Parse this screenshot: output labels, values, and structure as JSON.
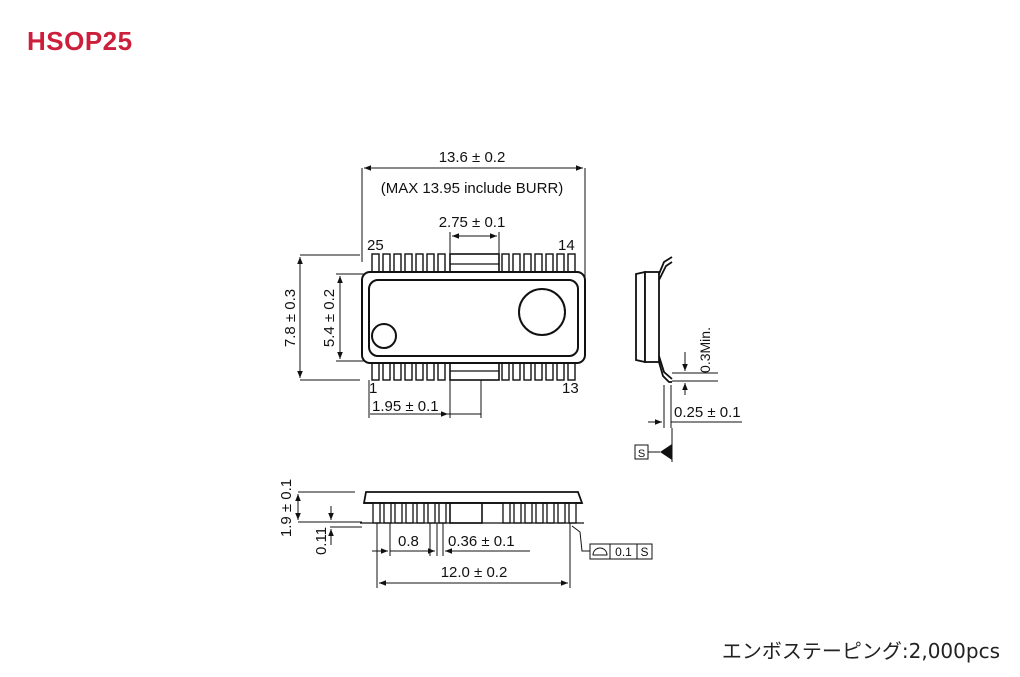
{
  "title": "HSOP25",
  "title_color": "#cc1f3b",
  "line_color": "#111111",
  "footer": "エンボステーピング:2,000pcs",
  "top_view": {
    "width": "13.6 ± 0.2",
    "max_note": "(MAX 13.95 include BURR)",
    "tab_width": "2.75 ± 0.1",
    "pin_25": "25",
    "pin_14": "14",
    "pin_1": "1",
    "pin_13": "13",
    "total_height": "7.8 ± 0.3",
    "body_height": "5.4 ± 0.2",
    "pin_offset": "1.95 ± 0.1"
  },
  "side_view": {
    "lead_min": "0.3Min.",
    "lead_thickness": "0.25 ± 0.1",
    "datum": "S"
  },
  "front_view": {
    "height": "1.9 ± 0.1",
    "standoff": "0.11",
    "pitch": "0.8",
    "lead_width": "0.36 ± 0.1",
    "span": "12.0 ± 0.2",
    "tolerance_value": "0.1",
    "tolerance_datum": "S"
  }
}
